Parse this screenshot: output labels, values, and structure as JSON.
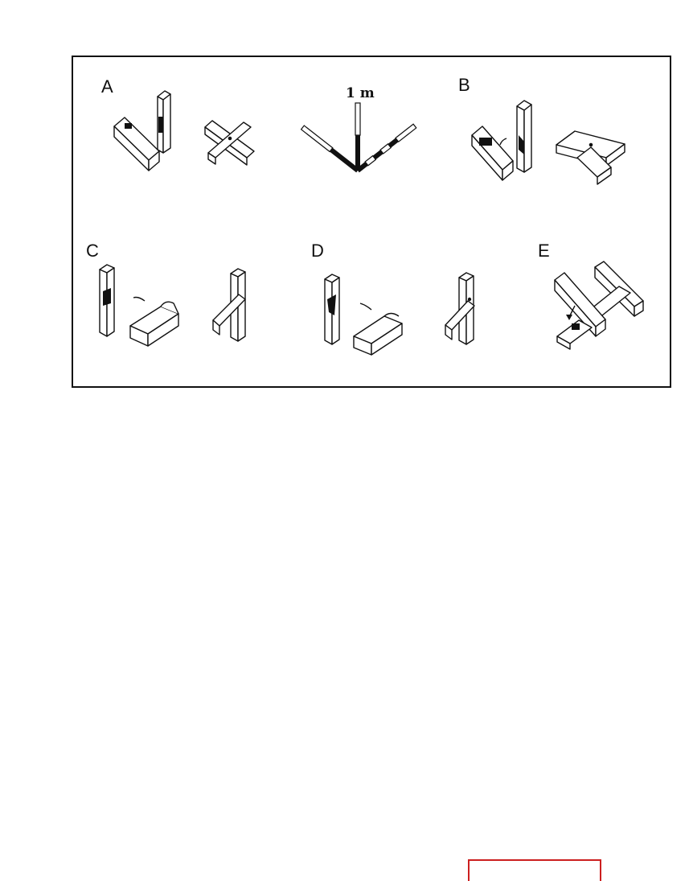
{
  "figure": {
    "panels": [
      {
        "id": "A",
        "label": "A"
      },
      {
        "id": "B",
        "label": "B"
      },
      {
        "id": "C",
        "label": "C"
      },
      {
        "id": "D",
        "label": "D"
      },
      {
        "id": "E",
        "label": "E"
      }
    ],
    "scale_bar": {
      "label": "1 m"
    }
  },
  "colors": {
    "ink": "#111111",
    "paper": "#ffffff",
    "stamp_border": "#cc1f1f"
  }
}
